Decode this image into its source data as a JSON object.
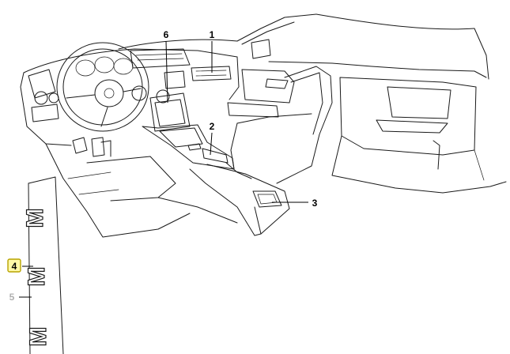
{
  "callouts": [
    {
      "id": "1",
      "label": "1",
      "highlighted": false,
      "muted": false
    },
    {
      "id": "2",
      "label": "2",
      "highlighted": false,
      "muted": false
    },
    {
      "id": "3",
      "label": "3",
      "highlighted": false,
      "muted": false
    },
    {
      "id": "4",
      "label": "4",
      "highlighted": true,
      "muted": false
    },
    {
      "id": "5",
      "label": "5",
      "highlighted": false,
      "muted": true
    },
    {
      "id": "6",
      "label": "6",
      "highlighted": false,
      "muted": false
    }
  ],
  "sill_lettering": "M",
  "colors": {
    "line": "#1a1a1a",
    "highlight_fill": "#fff9a8",
    "highlight_border": "#b7a300",
    "muted_label": "#b0b0b0"
  }
}
